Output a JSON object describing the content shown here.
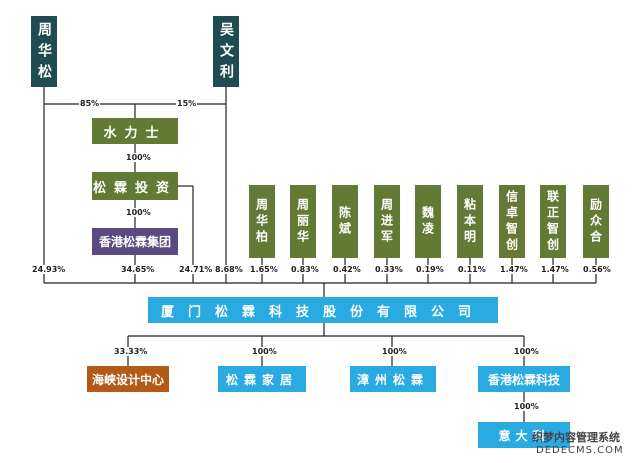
{
  "shareholders_top": {
    "zhou_huasong": "周华松",
    "wu_wenli": "吴文利"
  },
  "holding_chain": {
    "shui_li_shi": "水力士",
    "songlin_investment": "松霖投资",
    "hk_songlin_group": "香港松霖集团"
  },
  "individuals": [
    "周华柏",
    "周丽华",
    "陈斌",
    "周进军",
    "魏凌",
    "粘本明",
    "信卓智创",
    "联正智创",
    "励众合"
  ],
  "company": {
    "name": "厦门松霖科技股份有限公司"
  },
  "subsidiaries": {
    "haixia": "海峡设计中心",
    "songlin_home": "松霖家居",
    "zhangzhou": "漳州松霖",
    "hk_tech": "香港松霖科技",
    "italy": "意大利"
  },
  "percentages": {
    "zhou_to_shuilishi": "85%",
    "wu_to_shuilishi": "15%",
    "shuilishi_to_investment": "100%",
    "investment_to_group": "100%",
    "company_stakes": [
      "24.93%",
      "34.65%",
      "24.71%",
      "8.68%",
      "1.65%",
      "0.83%",
      "0.42%",
      "0.33%",
      "0.19%",
      "0.11%",
      "1.47%",
      "1.47%",
      "0.56%"
    ],
    "haixia": "33.33%",
    "songlin_home": "100%",
    "zhangzhou": "100%",
    "hk_tech": "100%",
    "italy": "100%"
  },
  "watermark": {
    "line1": "织梦内容管理系统",
    "line2": "DEDECMS.COM"
  },
  "colors": {
    "dark_teal": "#1f4b52",
    "olive": "#637a34",
    "purple": "#5b4a82",
    "blue": "#29abe2",
    "brown": "#b25a16"
  }
}
